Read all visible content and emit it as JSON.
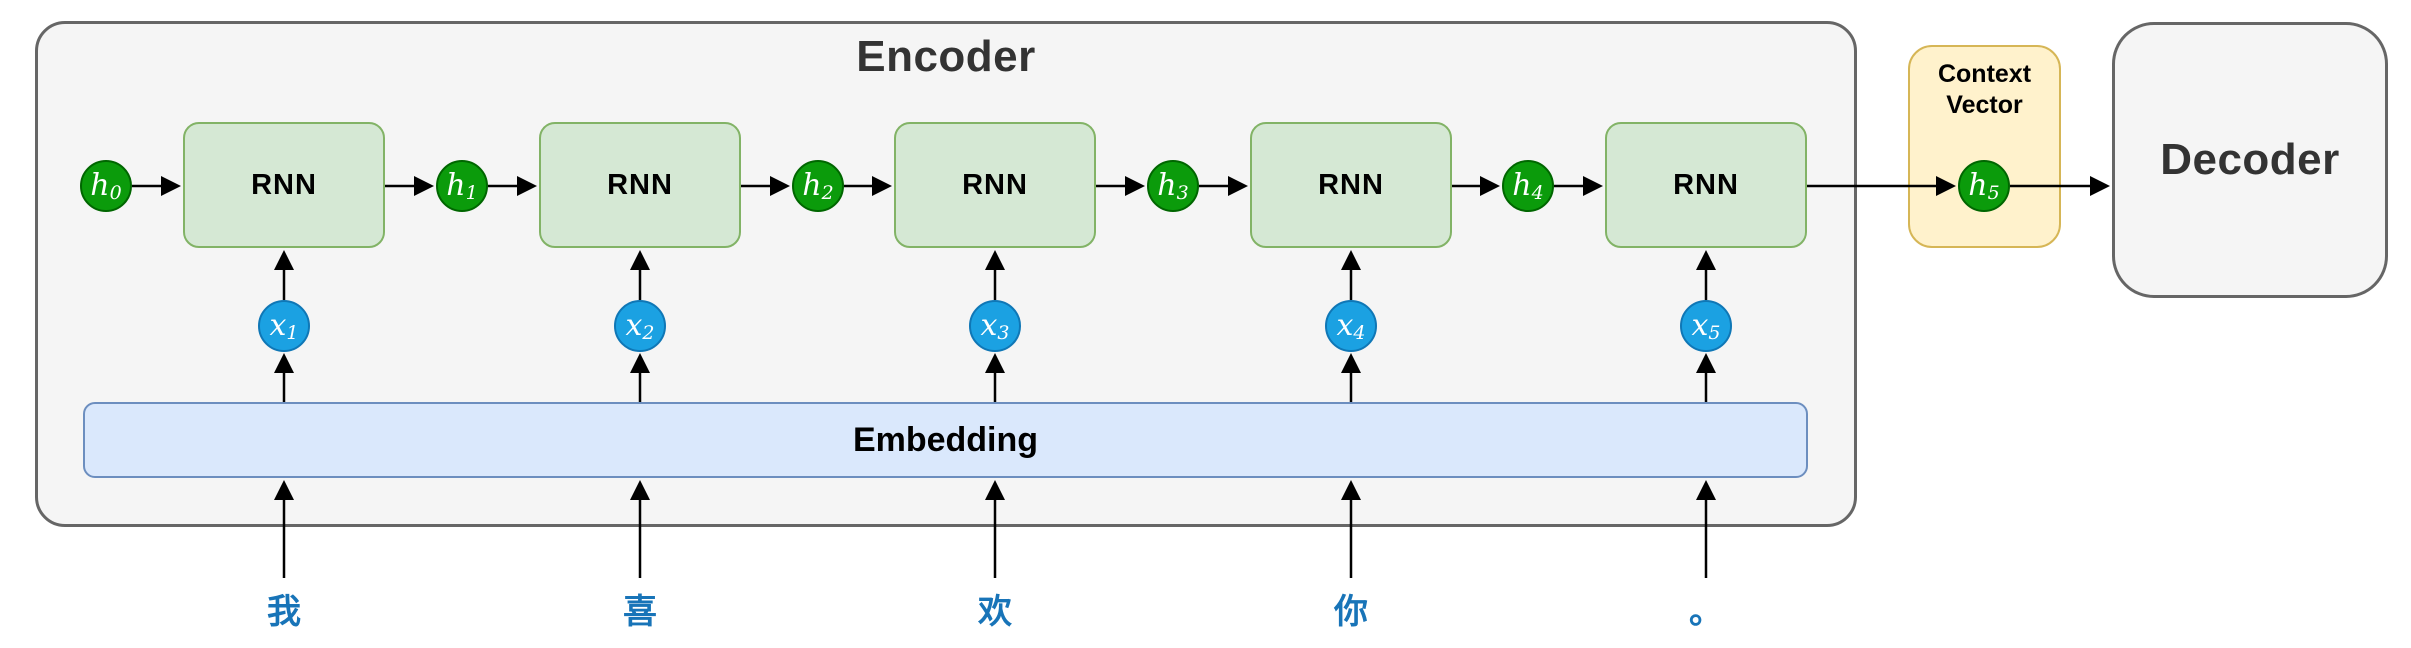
{
  "encoder": {
    "title": "Encoder",
    "embedding_label": "Embedding",
    "columns": [
      {
        "rnn_label": "RNN",
        "input_var": "x",
        "input_sub": "1",
        "token": "我"
      },
      {
        "rnn_label": "RNN",
        "input_var": "x",
        "input_sub": "2",
        "token": "喜"
      },
      {
        "rnn_label": "RNN",
        "input_var": "x",
        "input_sub": "3",
        "token": "欢"
      },
      {
        "rnn_label": "RNN",
        "input_var": "x",
        "input_sub": "4",
        "token": "你"
      },
      {
        "rnn_label": "RNN",
        "input_var": "x",
        "input_sub": "5",
        "token": "。"
      }
    ]
  },
  "hidden_states": [
    {
      "var": "h",
      "sub": "0"
    },
    {
      "var": "h",
      "sub": "1"
    },
    {
      "var": "h",
      "sub": "2"
    },
    {
      "var": "h",
      "sub": "3"
    },
    {
      "var": "h",
      "sub": "4"
    },
    {
      "var": "h",
      "sub": "5"
    }
  ],
  "context_vector": {
    "title": "Context Vector"
  },
  "decoder": {
    "title": "Decoder"
  },
  "colors": {
    "container_fill": "#f5f5f5",
    "container_border": "#666666",
    "rnn_fill": "#d5e8d4",
    "rnn_border": "#82b366",
    "hidden_state_fill": "#0b9b0b",
    "hidden_state_border": "#006600",
    "input_fill": "#1ba1e2",
    "input_border": "#0f77b6",
    "embedding_fill": "#dae8fc",
    "embedding_border": "#6c8ebf",
    "context_fill": "#fff2cc",
    "context_border": "#d6b656",
    "title_text": "#333333",
    "token_text": "#1874b8",
    "arrow": "#000000"
  }
}
